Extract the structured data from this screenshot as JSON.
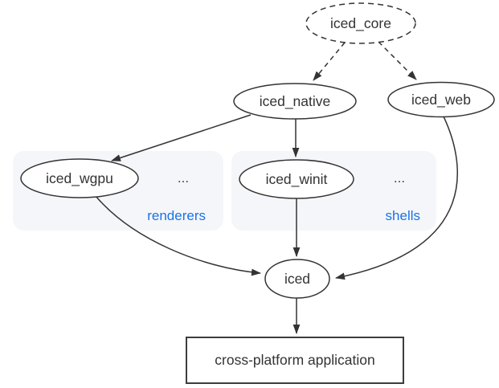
{
  "colors": {
    "background": "#ffffff",
    "stroke": "#333333",
    "text": "#333333",
    "accent_blue": "#1a73e8",
    "group_fill": "#f5f6f9"
  },
  "nodes": {
    "iced_core": {
      "label": "iced_core",
      "shape": "dashed-ellipse"
    },
    "iced_native": {
      "label": "iced_native",
      "shape": "ellipse"
    },
    "iced_web": {
      "label": "iced_web",
      "shape": "ellipse"
    },
    "iced_wgpu": {
      "label": "iced_wgpu",
      "shape": "ellipse"
    },
    "iced_winit": {
      "label": "iced_winit",
      "shape": "ellipse"
    },
    "iced": {
      "label": "iced",
      "shape": "ellipse"
    },
    "application": {
      "label": "cross-platform application",
      "shape": "rect"
    }
  },
  "groups": {
    "renderers": {
      "label": "renderers",
      "ellipsis": "...",
      "members": [
        "iced_wgpu"
      ]
    },
    "shells": {
      "label": "shells",
      "ellipsis": "...",
      "members": [
        "iced_winit"
      ]
    }
  },
  "edges": [
    {
      "from": "iced_core",
      "to": "iced_native",
      "style": "dashed"
    },
    {
      "from": "iced_core",
      "to": "iced_web",
      "style": "dashed"
    },
    {
      "from": "iced_native",
      "to": "iced_wgpu",
      "style": "solid"
    },
    {
      "from": "iced_native",
      "to": "iced_winit",
      "style": "solid"
    },
    {
      "from": "iced_wgpu",
      "to": "iced",
      "style": "solid"
    },
    {
      "from": "iced_winit",
      "to": "iced",
      "style": "solid"
    },
    {
      "from": "iced_web",
      "to": "iced",
      "style": "solid"
    },
    {
      "from": "iced",
      "to": "application",
      "style": "solid"
    }
  ]
}
